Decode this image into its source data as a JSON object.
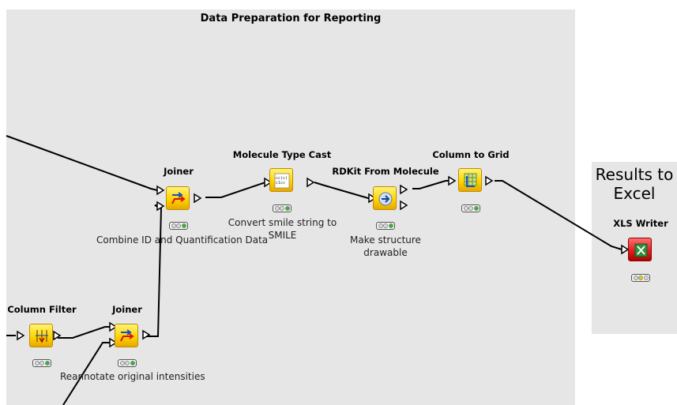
{
  "annotations": {
    "main": {
      "title": "Data Preparation for Reporting"
    },
    "results": {
      "title_line1": "Results to",
      "title_line2": "Excel"
    }
  },
  "nodes": {
    "joiner_top": {
      "title": "Joiner",
      "label": "Combine ID and Quantification Data",
      "icon": "joiner-icon",
      "status": "green"
    },
    "mol_type_cast": {
      "title": "Molecule Type Cast",
      "label_line1": "Convert smile string to",
      "label_line2": "SMILE",
      "icon": "molecule-type-cast-icon",
      "status": "green"
    },
    "rdkit_from_mol": {
      "title": "RDKit From Molecule",
      "label_line1": "Make structure",
      "label_line2": "drawable",
      "icon": "rdkit-arrow-icon",
      "status": "green"
    },
    "column_to_grid": {
      "title": "Column to Grid",
      "icon": "grid-icon",
      "status": "green"
    },
    "xls_writer": {
      "title": "XLS Writer",
      "icon": "excel-icon",
      "status": "yellow"
    },
    "column_filter": {
      "title": "Column Filter",
      "icon": "filter-icon",
      "status": "green"
    },
    "joiner_bottom": {
      "title": "Joiner",
      "label": "Reannotate original intensities",
      "icon": "joiner-icon",
      "status": "green"
    }
  },
  "colors": {
    "annotation_bg": "#e6e6e6",
    "manipulator_yellow": "#ffd500",
    "writer_red": "#e02020",
    "status_green": "#22c022",
    "status_yellow": "#f0d000",
    "wire": "#000000"
  }
}
